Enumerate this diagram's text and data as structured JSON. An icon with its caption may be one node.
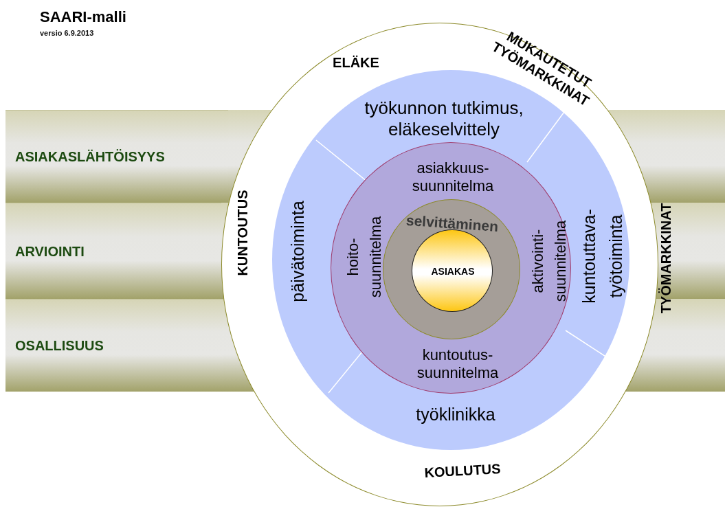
{
  "diagram": {
    "title": "SAARI-malli",
    "nodes": [
      {
        "text": [
          "ASIAKASLÄHTÖISYYS"
        ]
      },
      {
        "text": [
          "ARVIOINTI"
        ]
      },
      {
        "text": [
          "OSALLISUUS"
        ]
      },
      {
        "text": [
          "ELÄKE",
          "MUKAUTETUT TYÖMARKKINAT",
          "KUNTOUTUS",
          "TYÖMARKKINAT",
          "KOULUTUS"
        ]
      },
      {
        "text": [
          "työkunnon tutkimus, eläkeselvittely",
          "päivätoiminta",
          "kuntouttava-työtoiminta",
          "työklinikka"
        ],
        "in": 3
      },
      {
        "text": [
          "asiakkuus-suunnitelma",
          "hoito-suunnitelma",
          "aktivointi-suunnitelma",
          "kuntoutus-suunnitelma"
        ],
        "in": 4
      },
      {
        "text": [
          "selvittäminen"
        ],
        "in": 5
      },
      {
        "text": [
          "ASIAKAS"
        ],
        "in": 6
      }
    ],
    "labels": [
      "versio 6.9.2013"
    ]
  }
}
